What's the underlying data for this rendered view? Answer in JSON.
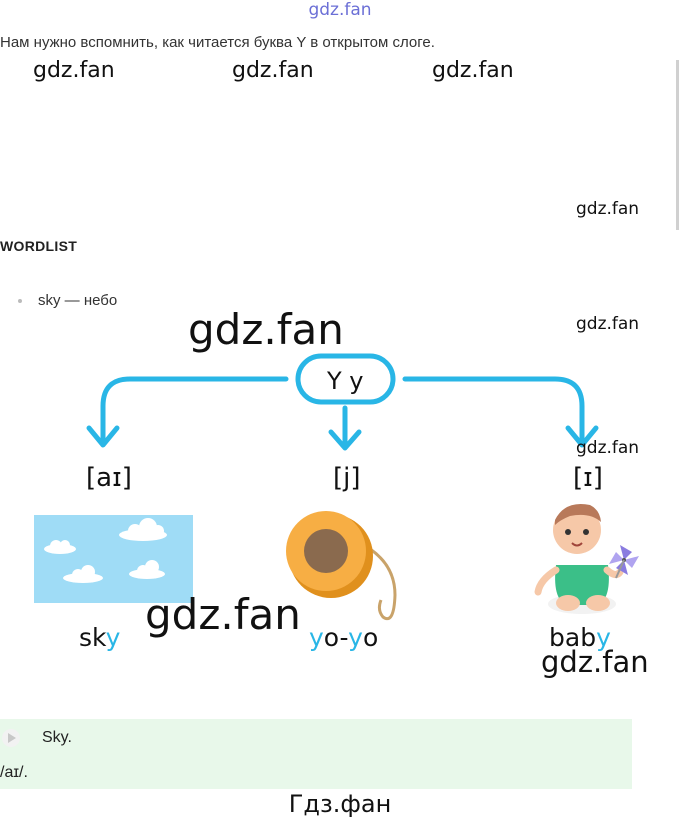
{
  "watermarks": {
    "top": "gdz.fan",
    "row1": "gdz.fan",
    "row2": "gdz.fan",
    "row3": "gdz.fan",
    "side1": "gdz.fan",
    "big1": "gdz.fan",
    "side2": "gdz.fan",
    "side3": "gdz.fan",
    "big2": "gdz.fan",
    "big3": "gdz.fan",
    "bottom": "Гдз.фан"
  },
  "intro": "Нам нужно вспомнить, как читается буква Y в открытом слоге.",
  "wordlist": {
    "title": "WORDLIST",
    "items": [
      "sky — небо"
    ]
  },
  "diagram": {
    "letter": "Y y",
    "accent_color": "#29b6e6",
    "branches": [
      {
        "phoneme": "[aɪ]",
        "word_plain": "sk",
        "word_hl": "y",
        "word_after": "",
        "picture": "sky-with-clouds"
      },
      {
        "phoneme": "[j]",
        "word_plain": "",
        "word_hl": "y",
        "word_mid": "o-",
        "word_hl2": "y",
        "word_after": "o",
        "picture": "yo-yo-toy"
      },
      {
        "phoneme": "[ɪ]",
        "word_plain": "bab",
        "word_hl": "y",
        "word_after": "",
        "picture": "baby-with-pinwheel"
      }
    ]
  },
  "audio": {
    "word": "Sky.",
    "transcription": "/aɪ/.",
    "background": "#e8f8ea"
  }
}
